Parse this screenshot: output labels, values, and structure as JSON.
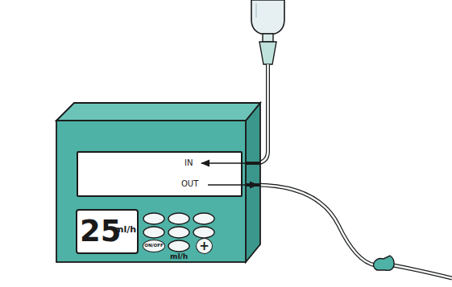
{
  "diagram": {
    "nodes": [
      {
        "text": [
          "IN",
          "OUT"
        ]
      },
      {
        "text": [
          "25",
          "ml/h"
        ]
      },
      {
        "text": [
          "ON/OFF"
        ]
      },
      {
        "text": [
          "+"
        ]
      }
    ],
    "labels": [
      "ml/h"
    ]
  }
}
